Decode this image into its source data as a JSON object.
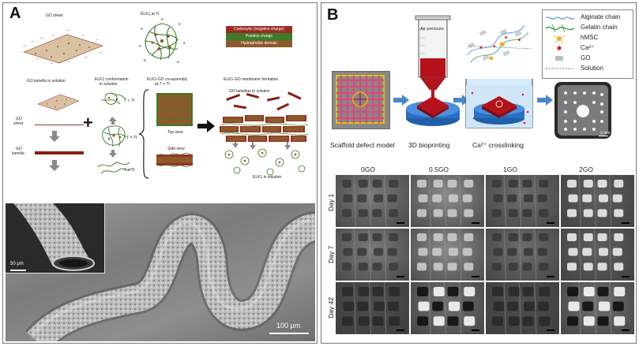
{
  "panel_a": {
    "letter": "A",
    "top_labels": {
      "go_sheet": "GO sheet",
      "elk1_at_tt": "ELK1 at Tt"
    },
    "charge_legend": [
      {
        "text": "Carboxylic (negative charge)",
        "color": "#9b2d20"
      },
      {
        "text": "Positive charge",
        "color": "#3e7a2c"
      },
      {
        "text": "Hydrophobic domain",
        "color": "#8a5a2b"
      }
    ],
    "mid_labels": {
      "go_lamella_in_solution": "GO lamella in solution",
      "elk1_conformation": "ELK1 conformation",
      "elk1_conformation_2": "in solution",
      "coassembly": "ELK1-GO co-assembly",
      "coassembly_2": "at T = Tt",
      "membrane_formation": "ELK1-GO membrane formation",
      "go_lamellae_in_solution": "GO lamellae in solution",
      "go_sheet": "GO",
      "go_sheet_2": "sheet",
      "go_lamella": "GO",
      "go_lamella_2": "lamella",
      "t_gt": "T > Tt",
      "t_eq": "T = Tt",
      "t_lt": "T < Tt",
      "top_view": "Top-view",
      "side_view": "Side-view",
      "elk1_in_solution": "ELK1 in solution"
    },
    "sem": {
      "inset_scale": "50 μm",
      "main_scale": "100 μm"
    }
  },
  "panel_b": {
    "letter": "B",
    "air_pressure": "Air pressure",
    "steps": [
      "Scaffold defect model",
      "3D bioprinting",
      "Ca²⁺ crosslinking"
    ],
    "scale_2mm": "2 mm",
    "legend": [
      {
        "text": "Alginate chain",
        "icon": "wavy-line-icon"
      },
      {
        "text": "Gelatin chain",
        "icon": "green-chain-icon"
      },
      {
        "text": "hMSC",
        "icon": "cell-icon"
      },
      {
        "text": "Ca²⁺",
        "icon": "red-dot-icon"
      },
      {
        "text": "GO",
        "icon": "gray-rect-icon"
      },
      {
        "text": "Solution",
        "icon": "dashed-line-icon"
      }
    ],
    "grid": {
      "columns": [
        "0GO",
        "0.5GO",
        "1GO",
        "2GO"
      ],
      "rows": [
        "Day 1",
        "Day 7",
        "Day 42"
      ]
    }
  }
}
